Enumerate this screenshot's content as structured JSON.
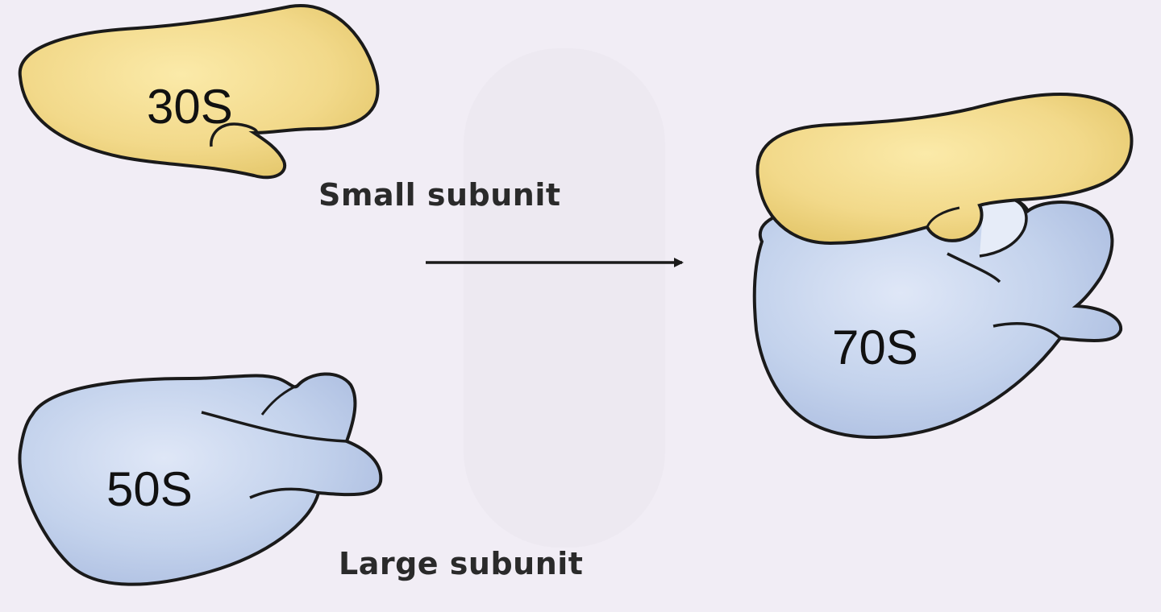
{
  "labels": {
    "small_subunit_code": "30S",
    "large_subunit_code": "50S",
    "assembled_code": "70S",
    "small_subunit_caption": "Small subunit",
    "large_subunit_caption": "Large subunit"
  },
  "colors": {
    "background": "#f1edf5",
    "small_subunit_fill": "#f2d98a",
    "large_subunit_fill": "#c3d2ec",
    "outline": "#1a1a1a",
    "arrow": "#1a1a1a"
  }
}
